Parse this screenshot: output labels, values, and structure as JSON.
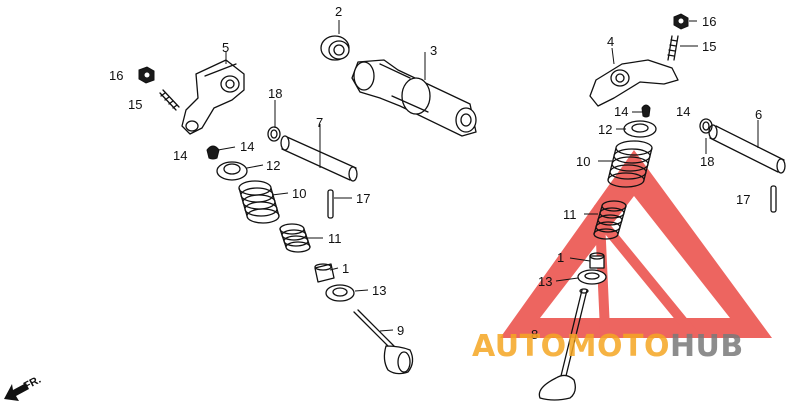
{
  "diagram": {
    "callouts": [
      {
        "id": "left-nut",
        "text": "16"
      },
      {
        "id": "left-adjust-screw",
        "text": "15"
      },
      {
        "id": "left-rocker-arm",
        "text": "5"
      },
      {
        "id": "left-cotter",
        "text": "14"
      },
      {
        "id": "left-cotter-2",
        "text": "14"
      },
      {
        "id": "left-retainer",
        "text": "12"
      },
      {
        "id": "left-outer-spring",
        "text": "10"
      },
      {
        "id": "left-inner-spring",
        "text": "11"
      },
      {
        "id": "left-stem-seal",
        "text": "1"
      },
      {
        "id": "left-spring-seat",
        "text": "13"
      },
      {
        "id": "left-valve",
        "text": "9"
      },
      {
        "id": "left-shaft",
        "text": "7"
      },
      {
        "id": "left-pin",
        "text": "17"
      },
      {
        "id": "left-o-ring",
        "text": "18"
      },
      {
        "id": "cam-bearing",
        "text": "2"
      },
      {
        "id": "camshaft",
        "text": "3"
      },
      {
        "id": "right-nut",
        "text": "16"
      },
      {
        "id": "right-adjust-screw",
        "text": "15"
      },
      {
        "id": "right-rocker-arm",
        "text": "4"
      },
      {
        "id": "right-cotter",
        "text": "14"
      },
      {
        "id": "right-cotter-2",
        "text": "14"
      },
      {
        "id": "right-retainer",
        "text": "12"
      },
      {
        "id": "right-outer-spring",
        "text": "10"
      },
      {
        "id": "right-inner-spring",
        "text": "11"
      },
      {
        "id": "right-stem-seal",
        "text": "1"
      },
      {
        "id": "right-spring-seat",
        "text": "13"
      },
      {
        "id": "right-valve",
        "text": "8"
      },
      {
        "id": "right-shaft",
        "text": "6"
      },
      {
        "id": "right-o-ring",
        "text": "18"
      },
      {
        "id": "right-pin",
        "text": "17"
      }
    ],
    "direction_label": "FR.",
    "watermark": {
      "text_orange": "AUTO",
      "text_gray": "MOTO",
      "text_hub": "HUB",
      "colors": {
        "red": "#e8322c",
        "orange": "#f5a623",
        "gray": "#7a7a7a"
      }
    }
  }
}
